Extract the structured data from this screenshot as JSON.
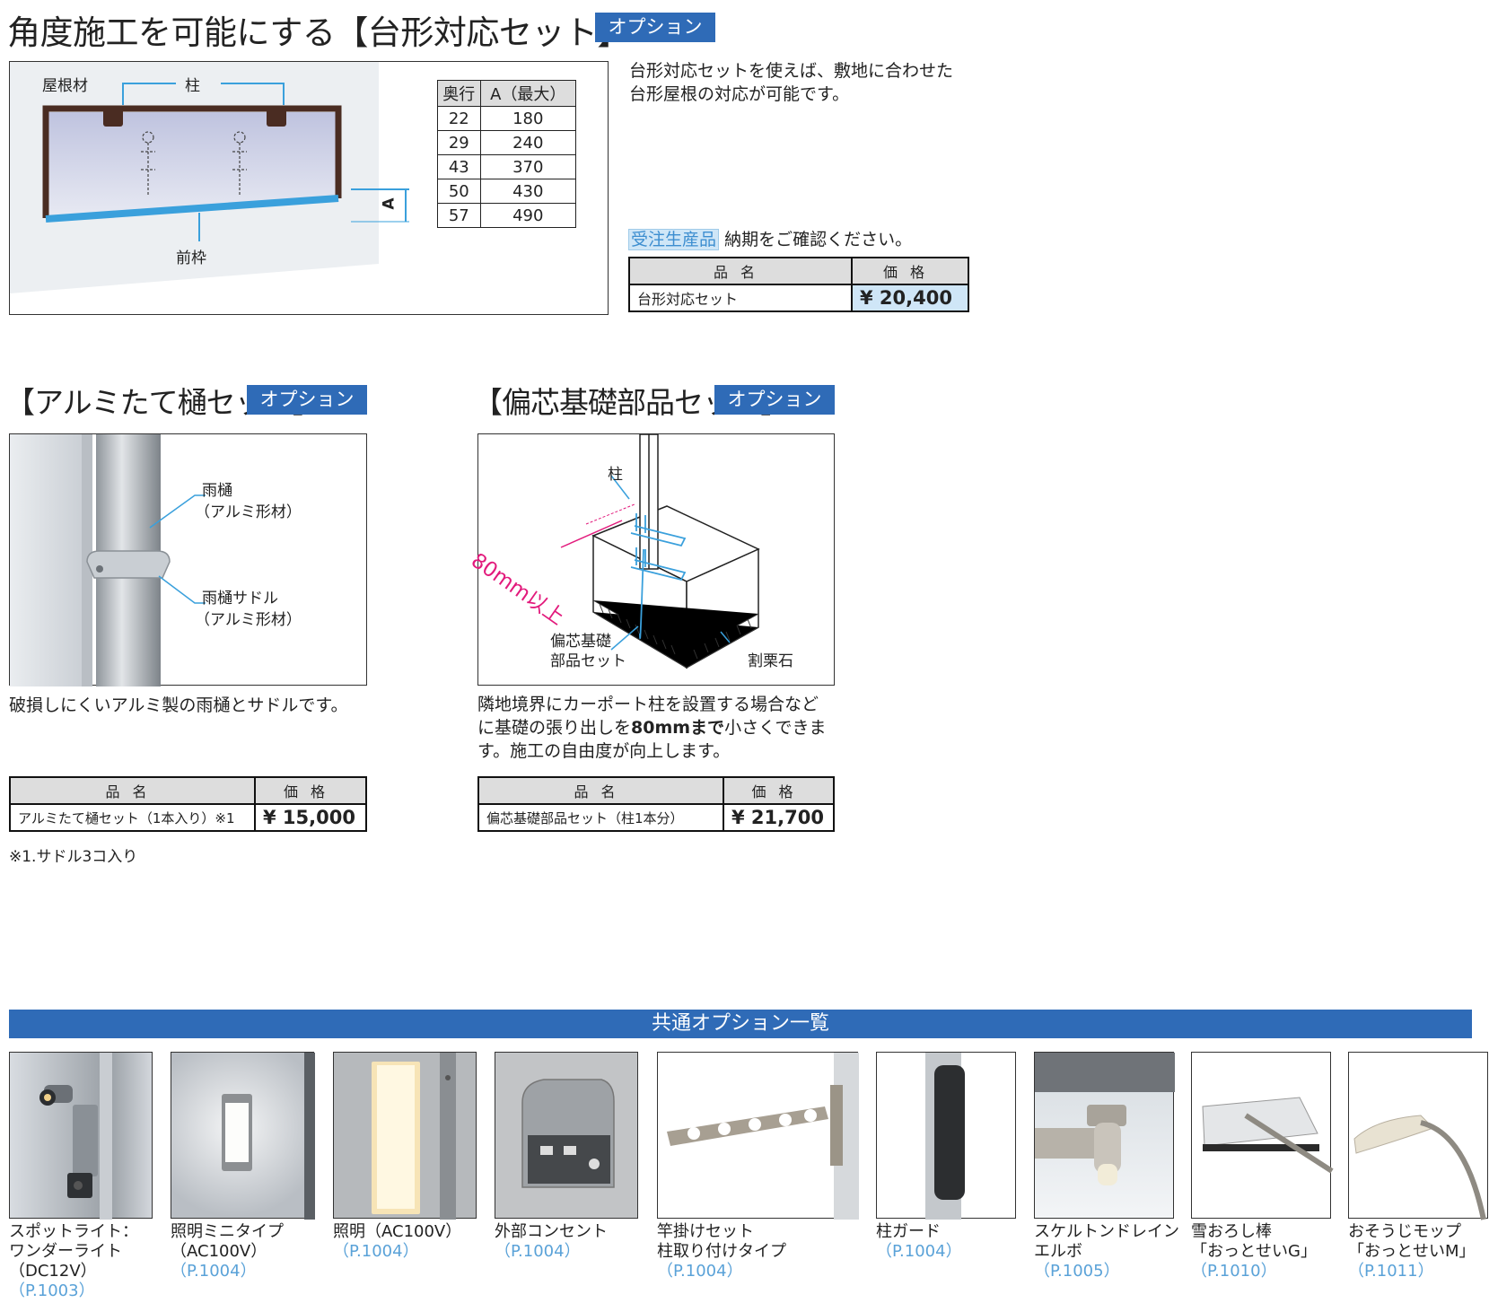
{
  "section1": {
    "title": "角度施工を可能にする【台形対応セット】",
    "badge": "オプション",
    "diagram_labels": {
      "roof": "屋根材",
      "pillar": "柱",
      "front": "前枠",
      "a": "A"
    },
    "dims_table": {
      "headers": [
        "奥行",
        "A（最大）"
      ],
      "rows": [
        [
          "22",
          "180"
        ],
        [
          "29",
          "240"
        ],
        [
          "43",
          "370"
        ],
        [
          "50",
          "430"
        ],
        [
          "57",
          "490"
        ]
      ]
    },
    "description": [
      "台形対応セットを使えば、敷地に合わせた",
      "台形屋根の対応が可能です。"
    ],
    "order_tag": "受注生産品",
    "order_note": "納期をご確認ください。",
    "price_table": {
      "headers": [
        "品名",
        "価格"
      ],
      "item": "台形対応セット",
      "price": "¥ 20,400"
    }
  },
  "section2": {
    "title": "【アルミたて樋セット】",
    "badge": "オプション",
    "labels": {
      "gutter": "雨樋",
      "gutter_mat": "（アルミ形材）",
      "saddle": "雨樋サドル",
      "saddle_mat": "（アルミ形材）"
    },
    "description": "破損しにくいアルミ製の雨樋とサドルです。",
    "price_table": {
      "headers": [
        "品名",
        "価格"
      ],
      "item": "アルミたて樋セット（1本入り）※1",
      "price": "¥ 15,000"
    },
    "note": "※1.サドル3コ入り"
  },
  "section3": {
    "title": "【偏芯基礎部品セット】",
    "badge": "オプション",
    "labels": {
      "pillar": "柱",
      "dim": "80mm以上",
      "parts1": "偏芯基礎",
      "parts2": "部品セット",
      "stone": "割栗石"
    },
    "description": {
      "line1": "隣地境界にカーポート柱を設置する場合など",
      "line2_a": "に基礎の張り出しを",
      "line2_b": "80mmまで",
      "line2_c": "小さくできま",
      "line3": "す。施工の自由度が向上します。"
    },
    "price_table": {
      "headers": [
        "品名",
        "価格"
      ],
      "item": "偏芯基礎部品セット（柱1本分）",
      "price": "¥ 21,700"
    }
  },
  "common": {
    "title": "共通オプション一覧",
    "items": [
      {
        "lines": [
          "スポットライト：",
          "ワンダーライト",
          "（DC12V）"
        ],
        "page": "（P.1003）"
      },
      {
        "lines": [
          "照明ミニタイプ",
          "（AC100V）"
        ],
        "page": "（P.1004）"
      },
      {
        "lines": [
          "照明（AC100V）"
        ],
        "page": "（P.1004）"
      },
      {
        "lines": [
          "外部コンセント"
        ],
        "page": "（P.1004）"
      },
      {
        "lines": [
          "竿掛けセット",
          "柱取り付けタイプ"
        ],
        "page": "（P.1004）"
      },
      {
        "lines": [
          "柱ガード"
        ],
        "page": "（P.1004）"
      },
      {
        "lines": [
          "スケルトンドレイン",
          "エルボ"
        ],
        "page": "（P.1005）"
      },
      {
        "lines": [
          "雪おろし棒",
          "「おっとせいG」"
        ],
        "page": "（P.1010）"
      },
      {
        "lines": [
          "おそうじモップ",
          "「おっとせいM」"
        ],
        "page": "（P.1011）"
      }
    ]
  }
}
